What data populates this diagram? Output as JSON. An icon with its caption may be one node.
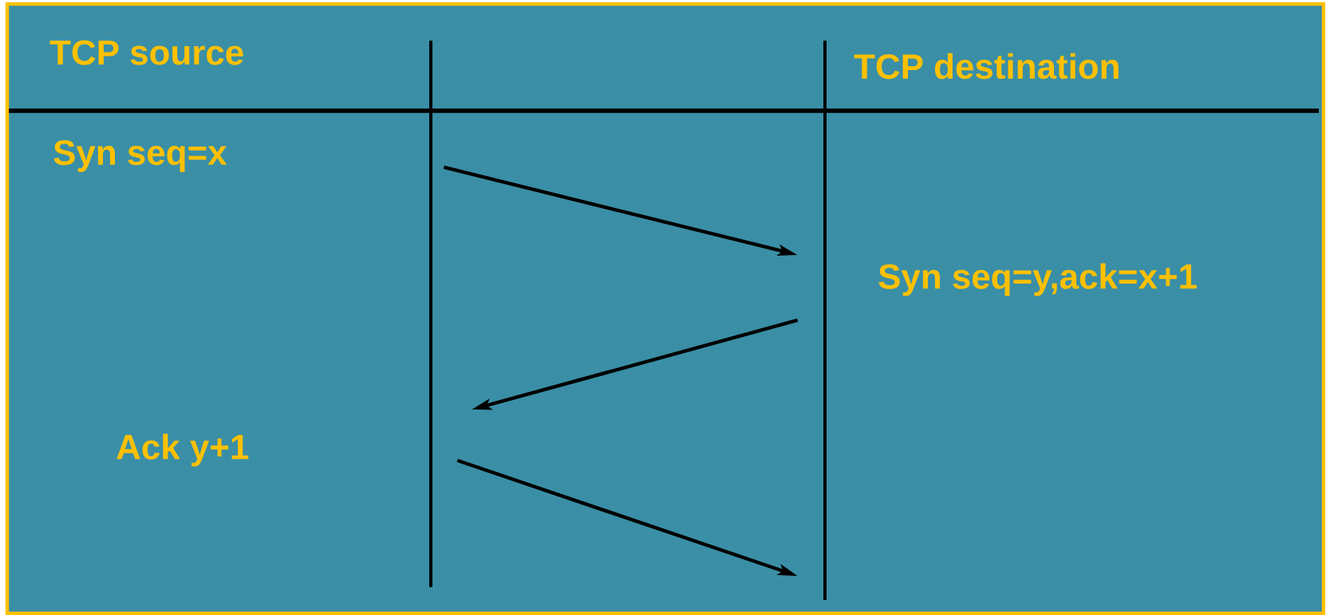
{
  "diagram": {
    "nodes": [
      {
        "text": [
          "TCP source"
        ]
      },
      {
        "text": [
          "TCP destination"
        ]
      },
      {
        "text": [],
        "shape": "bar"
      },
      {
        "text": [],
        "shape": "bar"
      }
    ],
    "edges": [
      {
        "from": 2,
        "to": 3,
        "arrow": "to"
      },
      {
        "from": 3,
        "to": 2,
        "arrow": "to"
      },
      {
        "from": 2,
        "to": 3,
        "arrow": "to"
      }
    ],
    "labels": [
      "Syn seq=x",
      "Syn seq=y,ack=x+1",
      "Ack y+1"
    ]
  }
}
